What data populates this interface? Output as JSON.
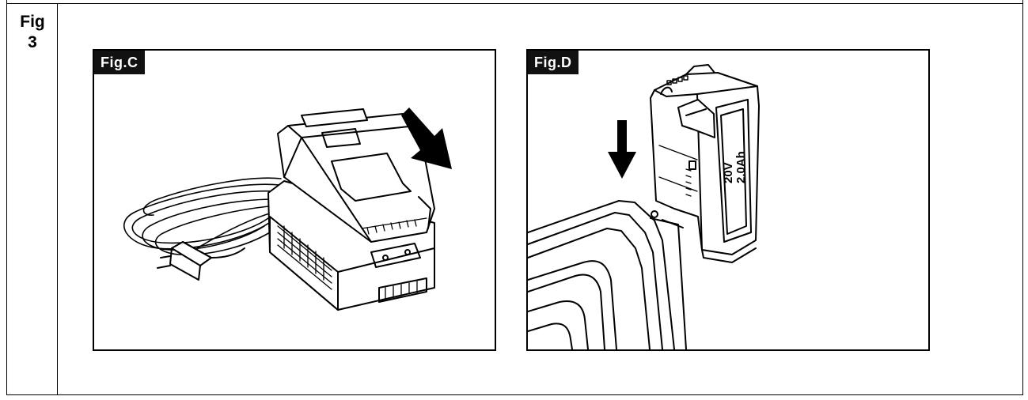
{
  "figure": {
    "label_line1": "Fig",
    "label_line2": "3"
  },
  "panels": [
    {
      "tag": "Fig.C",
      "illustration": "charger-with-battery-and-cord"
    },
    {
      "tag": "Fig.D",
      "illustration": "battery-inserting-into-tool-handle",
      "battery_text_line1": "20V",
      "battery_text_line2": "2.0Ah"
    }
  ],
  "colors": {
    "ink": "#000000",
    "tag_bg": "#111111",
    "tag_fg": "#ffffff"
  },
  "icons": [
    "arrow-down-right-icon",
    "arrow-down-icon"
  ]
}
